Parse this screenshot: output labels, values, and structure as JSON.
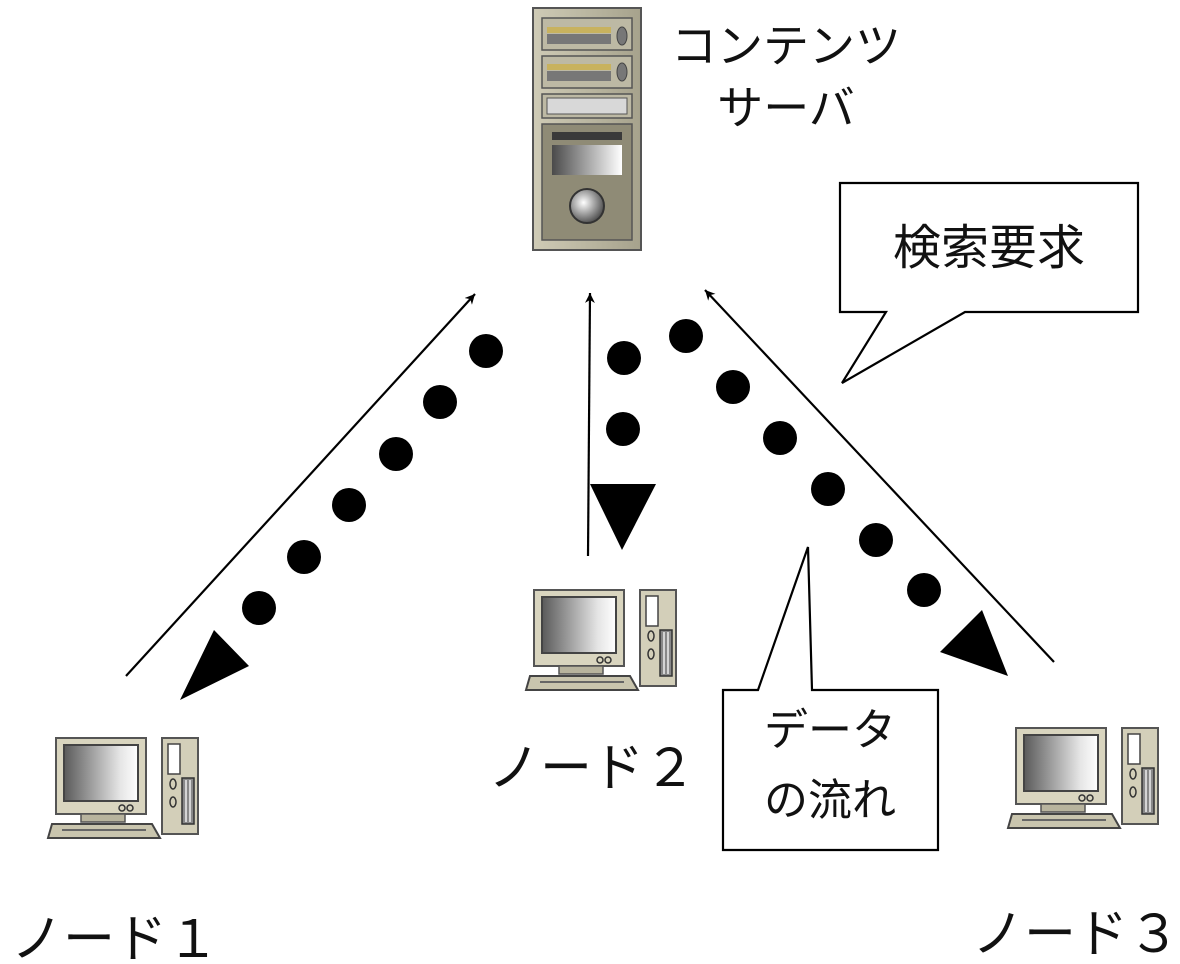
{
  "server": {
    "icon": "server-tower-icon",
    "label_lines": [
      "コンテンツ",
      "サーバ"
    ]
  },
  "nodes": [
    {
      "id": "node1",
      "icon": "desktop-pc-icon",
      "label": "ノード１"
    },
    {
      "id": "node2",
      "icon": "desktop-pc-icon",
      "label": "ノード２"
    },
    {
      "id": "node3",
      "icon": "desktop-pc-icon",
      "label": "ノード３"
    }
  ],
  "callouts": {
    "search_request": "検索要求",
    "data_flow_lines": [
      "データ",
      "の流れ"
    ]
  },
  "colors": {
    "line": "#000000",
    "server_body": "#a9a58f",
    "pc_body": "#d8d4be",
    "screen": "#555555"
  }
}
